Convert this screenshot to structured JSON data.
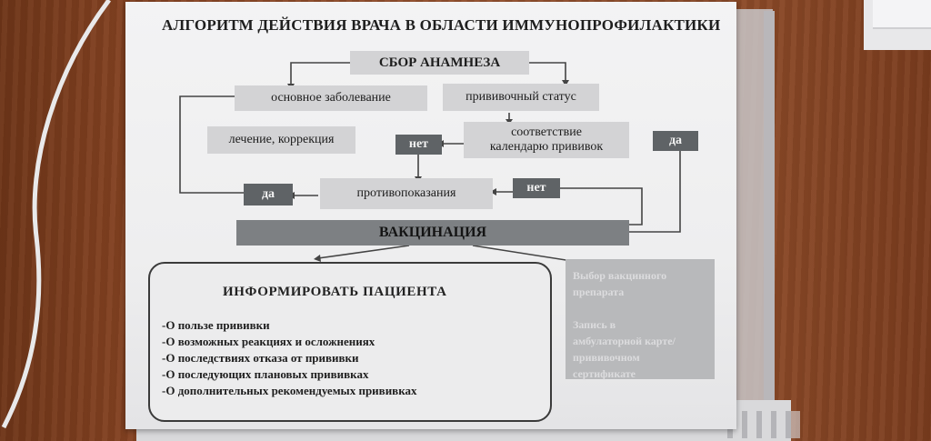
{
  "poster": {
    "title": "АЛГОРИТМ ДЕЙСТВИЯ ВРАЧА В ОБЛАСТИ ИММУНОПРОФИЛАКТИКИ",
    "anamnesis": "СБОР АНАМНЕЗА",
    "main_disease": "основное заболевание",
    "vaccination_status": "прививочный статус",
    "treatment": "лечение, коррекция",
    "calendar_match_line1": "соответствие",
    "calendar_match_line2": "календарю прививок",
    "no_left": "нет",
    "yes_right": "да",
    "yes_left": "да",
    "contraindications": "противопоказания",
    "no_right": "нет",
    "vaccination": "ВАКЦИНАЦИЯ"
  },
  "inform": {
    "title": "ИНФОРМИРОВАТЬ ПАЦИЕНТА",
    "items": [
      "-О пользе прививки",
      "-О возможных реакциях и осложнениях",
      "-О последствиях отказа от прививки",
      "-О последующих плановых прививках",
      "-О дополнительных рекомендуемых прививках"
    ]
  },
  "side_panel": {
    "line1": "Выбор вакцинного",
    "line2": "препарата",
    "line3": "Запись в",
    "line4": "амбулаторной карте/",
    "line5": "прививочном",
    "line6": "сертификате"
  },
  "colors": {
    "light_box": "#d3d3d5",
    "dark_box": "#5f6366",
    "bar": "#7d8083",
    "wood": "#8e4826"
  }
}
